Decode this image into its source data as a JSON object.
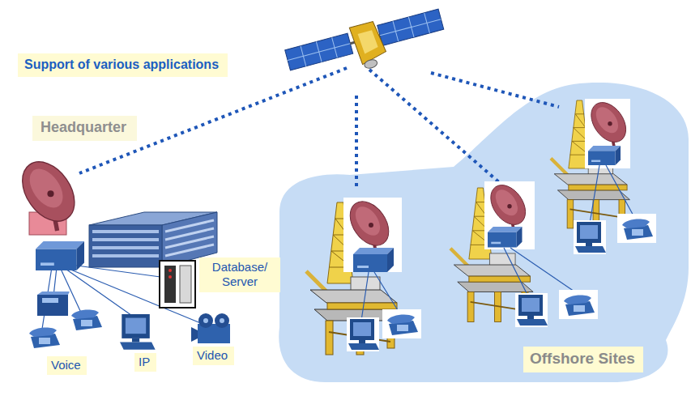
{
  "diagram": {
    "nodes": [
      {
        "text": [
          "Support of various applications"
        ]
      },
      {
        "text": [
          "Headquarter"
        ]
      },
      {
        "text": [
          "Database/ Server"
        ]
      },
      {
        "text": [
          "Voice"
        ]
      },
      {
        "text": [
          "IP"
        ]
      },
      {
        "text": [
          "Video"
        ]
      },
      {
        "text": [
          "Offshore Sites"
        ]
      }
    ]
  }
}
